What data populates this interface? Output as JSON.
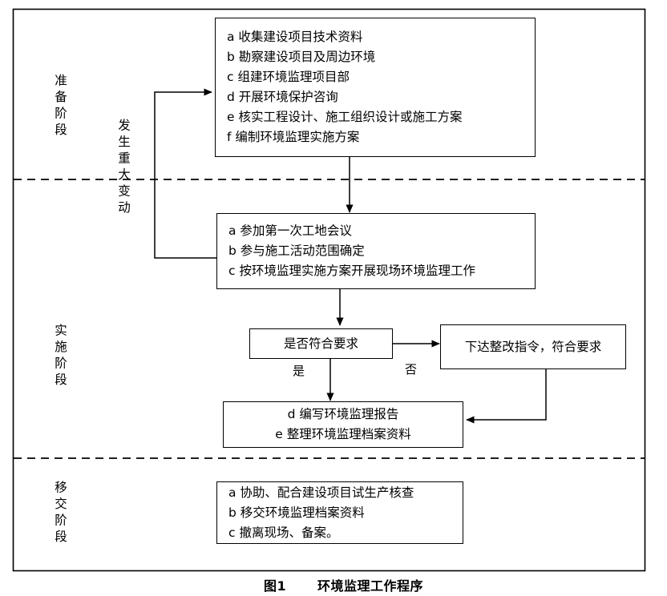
{
  "figure": {
    "caption_number": "图1",
    "caption_title": "环境监理工作程序",
    "frame_color": "#000000"
  },
  "stages": [
    {
      "name": "prepare",
      "label": "准备阶段"
    },
    {
      "name": "implement",
      "label": "实施阶段"
    },
    {
      "name": "handover",
      "label": "移交阶段"
    }
  ],
  "feedback": {
    "label": "发生重大变动"
  },
  "nodes": {
    "prepare_box": {
      "lines": [
        "a 收集建设项目技术资料",
        "b 勘察建设项目及周边环境",
        "c 组建环境监理项目部",
        "d 开展环境保护咨询",
        "e 核实工程设计、施工组织设计或施工方案",
        "f 编制环境监理实施方案"
      ]
    },
    "implement_box": {
      "lines": [
        "a 参加第一次工地会议",
        "b 参与施工活动范围确定",
        "c 按环境监理实施方案开展现场环境监理工作"
      ]
    },
    "decision_box": {
      "lines": [
        "是否符合要求"
      ]
    },
    "rectify_box": {
      "lines": [
        "下达整改指令，符合要求"
      ]
    },
    "report_box": {
      "lines": [
        "d 编写环境监理报告",
        "e 整理环境监理档案资料"
      ]
    },
    "handover_box": {
      "lines": [
        "a 协助、配合建设项目试生产核查",
        "b 移交环境监理档案资料",
        "c 撤离现场、备案。"
      ]
    }
  },
  "edges": {
    "yes_label": "是",
    "no_label": "否"
  }
}
